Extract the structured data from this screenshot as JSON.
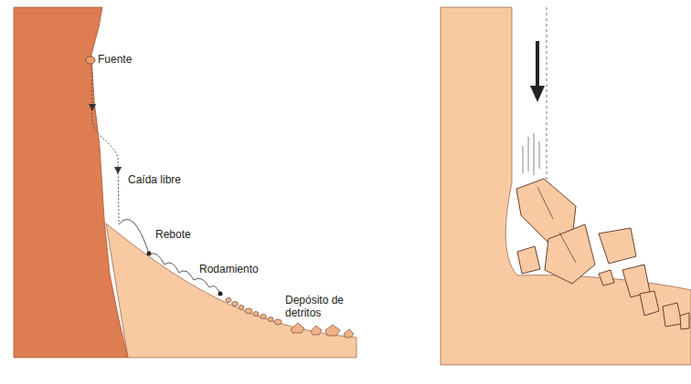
{
  "diagram": {
    "labels": [
      "Fuente",
      "Caída libre",
      "Rebote",
      "Rodamiento",
      "Depósito de detritos"
    ]
  }
}
